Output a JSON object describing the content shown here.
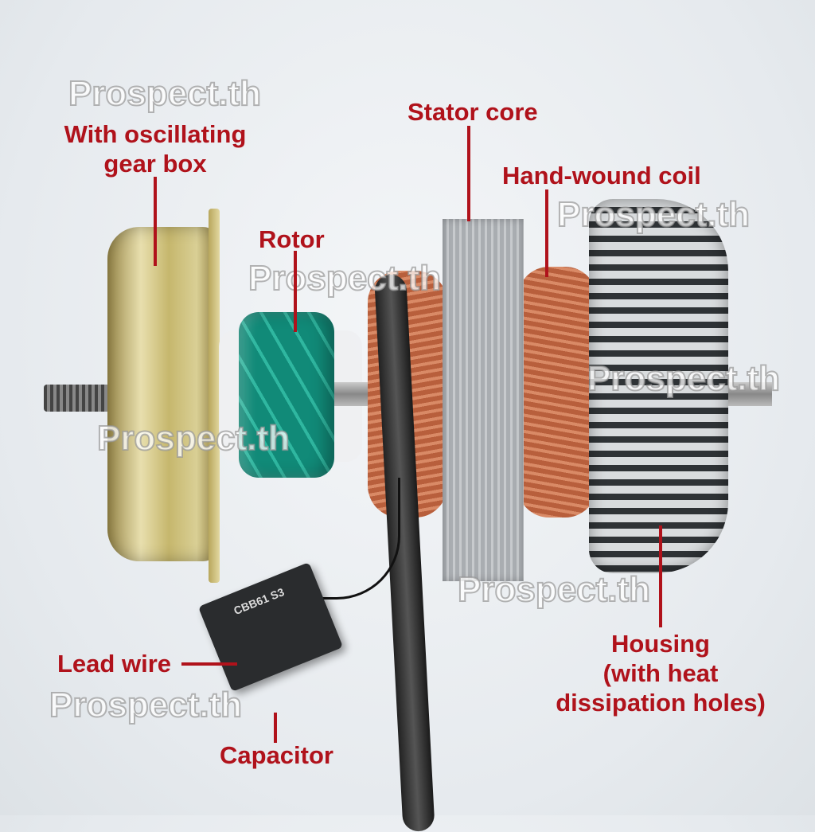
{
  "labels": {
    "gearbox": "With oscillating\ngear box",
    "gearbox_line1": "With oscillating",
    "gearbox_line2": "gear box",
    "rotor": "Rotor",
    "stator": "Stator core",
    "coil": "Hand-wound coil",
    "housing_line1": "Housing",
    "housing_line2": "(with heat",
    "housing_line3": "dissipation holes)",
    "lead_wire": "Lead wire",
    "capacitor": "Capacitor"
  },
  "watermark": "Prospect.th",
  "capacitor_print": "CBB61 S3",
  "colors": {
    "label": "#b0121b"
  }
}
